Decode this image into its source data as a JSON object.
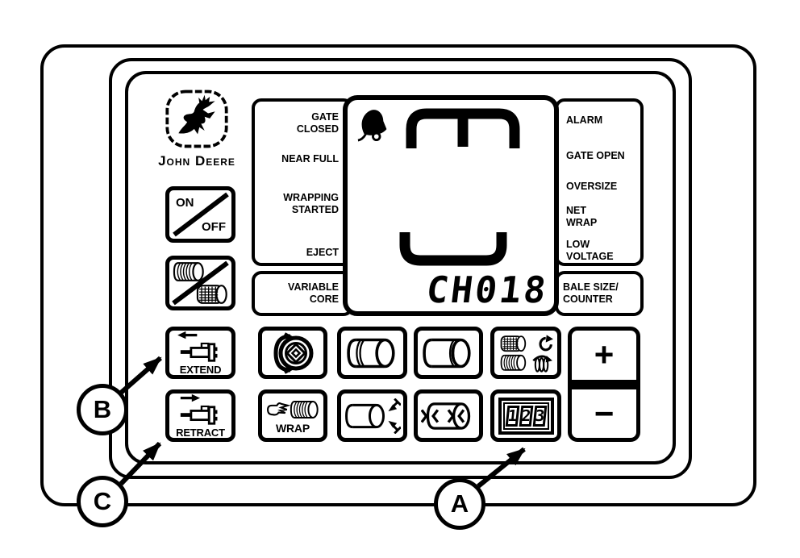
{
  "figure": {
    "callouts": {
      "a": "A",
      "b": "B",
      "c": "C"
    }
  },
  "panel": {
    "brand": "John Deere",
    "power": {
      "on": "ON",
      "off": "OFF"
    },
    "status_left": {
      "gate_closed": "GATE\nCLOSED",
      "near_full": "NEAR FULL",
      "wrapping_started": "WRAPPING\nSTARTED",
      "eject": "EJECT",
      "variable_core": "VARIABLE\nCORE"
    },
    "status_right": {
      "alarm": "ALARM",
      "gate_open": "GATE OPEN",
      "oversize": "OVERSIZE",
      "net_wrap": "NET\nWRAP",
      "low_voltage": "LOW\nVOLTAGE",
      "bale_size_counter": "BALE SIZE/\nCOUNTER"
    },
    "display": {
      "readout": "CH018"
    },
    "buttons": {
      "extend": "EXTEND",
      "retract": "RETRACT",
      "wrap": "WRAP",
      "counter_digits": [
        "1",
        "2",
        "3"
      ],
      "increase": "+",
      "decrease": "−"
    },
    "icons": {
      "logo": "deere-deer-icon",
      "power": "on-off-slash-icon",
      "wrap_type": "surface-net-wrap-toggle-icon",
      "lcd_alarm": "bell-icon",
      "lcd_bale": "bale-shape-indicator-icon",
      "knife": "twine-knife-icon",
      "wrap_hand": "hand-wrap-icon",
      "bale_edge_left": "bale-wrap-left-icon",
      "bale_edge_right": "bale-wrap-right-icon",
      "net_rolls": "net-and-twine-rolls-icon",
      "bale_size": "bale-size-arrows-icon",
      "bale_density": "bale-density-arrows-icon",
      "counter": "counter-123-icon"
    },
    "colors": {
      "ink": "#000000",
      "bg": "#ffffff"
    }
  }
}
